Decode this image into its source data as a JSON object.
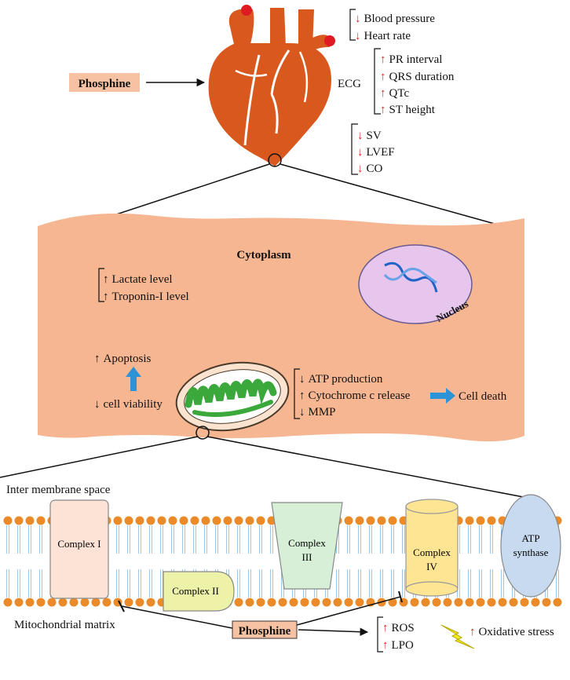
{
  "heart": {
    "phosphine_label": "Phosphine",
    "hemodynamics": [
      {
        "arrow": "↓",
        "text": "Blood pressure"
      },
      {
        "arrow": "↓",
        "text": "Heart rate"
      }
    ],
    "ecg_label": "ECG",
    "ecg": [
      {
        "arrow": "↑",
        "text": "PR interval"
      },
      {
        "arrow": "↑",
        "text": "QRS duration"
      },
      {
        "arrow": "↑",
        "text": "QTc"
      },
      {
        "arrow": "↑",
        "text": "ST height"
      }
    ],
    "function": [
      {
        "arrow": "↓",
        "text": "SV"
      },
      {
        "arrow": "↓",
        "text": "LVEF"
      },
      {
        "arrow": "↓",
        "text": "CO"
      }
    ]
  },
  "cell": {
    "cytoplasm_label": "Cytoplasm",
    "nucleus_label": "Nucleus",
    "markers": [
      {
        "arrow": "↑",
        "text": "Lactate level"
      },
      {
        "arrow": "↑",
        "text": "Troponin-I level"
      }
    ],
    "apoptosis": {
      "arrow": "↑",
      "text": "Apoptosis"
    },
    "viability": {
      "arrow": "↓",
      "text": "cell viability"
    },
    "mito_effects": [
      {
        "arrow": "↓",
        "text": "ATP production"
      },
      {
        "arrow": "↑",
        "text": "Cytochrome c release"
      },
      {
        "arrow": "↓",
        "text": "MMP"
      }
    ],
    "cell_death": "Cell death"
  },
  "membrane": {
    "intermembrane_label": "Inter membrane space",
    "matrix_label": "Mitochondrial matrix",
    "complex1": "Complex I",
    "complex2": "Complex II",
    "complex3_line1": "Complex",
    "complex3_line2": "III",
    "complex4_line1": "Complex",
    "complex4_line2": "IV",
    "atp_line1": "ATP",
    "atp_line2": "synthase",
    "phosphine_label": "Phosphine",
    "stress": [
      {
        "arrow": "↑",
        "text": "ROS"
      },
      {
        "arrow": "↑",
        "text": "LPO"
      }
    ],
    "oxidative": {
      "arrow": "↑",
      "text": "Oxidative stress"
    }
  },
  "colors": {
    "heart": "#d9581e",
    "cell": "#f6b691",
    "nucleus": "#e6c6ec",
    "arrow_red": "#e02020",
    "arrow_blue": "#2b93d6",
    "lipid": "#ea8a28"
  }
}
